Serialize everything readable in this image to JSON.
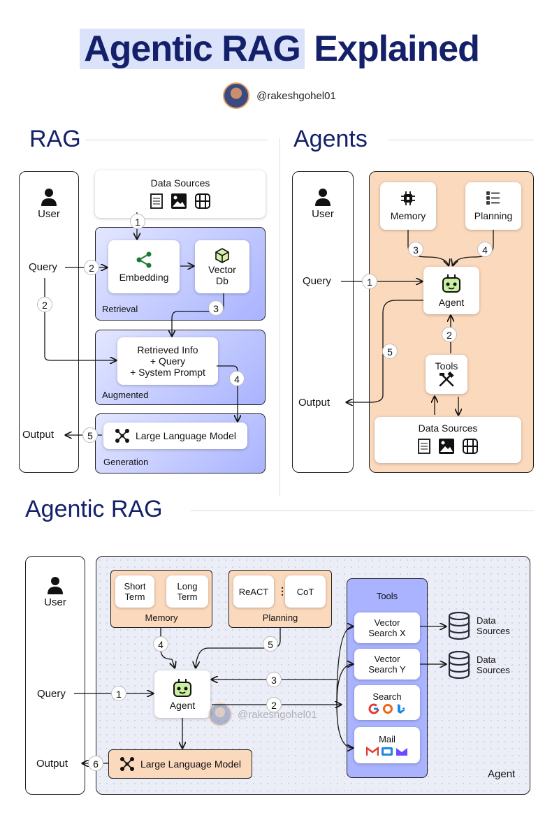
{
  "header": {
    "title_part1": "Agentic RAG",
    "title_part2": " Explained",
    "author": "@rakeshgohel01"
  },
  "rag": {
    "title": "RAG",
    "user": "User",
    "query": "Query",
    "output": "Output",
    "data_sources": "Data Sources",
    "embedding": "Embedding",
    "vector_db_line1": "Vector",
    "vector_db_line2": "Db",
    "retrieval": "Retrieval",
    "retrieved_line1": "Retrieved Info",
    "retrieved_line2": "+ Query",
    "retrieved_line3": "+ System Prompt",
    "augmented": "Augmented",
    "llm": "Large Language Model",
    "generation": "Generation",
    "steps": [
      "1",
      "2",
      "2",
      "3",
      "4",
      "5"
    ]
  },
  "agents": {
    "title": "Agents",
    "user": "User",
    "query": "Query",
    "output": "Output",
    "memory": "Memory",
    "planning": "Planning",
    "agent": "Agent",
    "tools": "Tools",
    "data_sources": "Data Sources",
    "steps": [
      "1",
      "2",
      "3",
      "4",
      "5"
    ]
  },
  "agentic": {
    "title": "Agentic RAG",
    "user": "User",
    "query": "Query",
    "output": "Output",
    "short_line1": "Short",
    "short_line2": "Term",
    "long_line1": "Long",
    "long_line2": "Term",
    "memory": "Memory",
    "react": "ReACT",
    "cot": "CoT",
    "planning": "Planning",
    "agent": "Agent",
    "llm": "Large Language Model",
    "tools": "Tools",
    "vsx_line1": "Vector",
    "vsx_line2": "Search X",
    "vsy_line1": "Vector",
    "vsy_line2": "Search Y",
    "search": "Search",
    "mail": "Mail",
    "ds_line1": "Data",
    "ds_line2": "Sources",
    "agent_label": "Agent",
    "watermark": "@rakeshgohel01",
    "steps": [
      "1",
      "2",
      "3",
      "4",
      "5",
      "6"
    ]
  },
  "colors": {
    "navy": "#14206a",
    "blue_panel": "#b3bcff",
    "peach": "#fbd9bd"
  }
}
